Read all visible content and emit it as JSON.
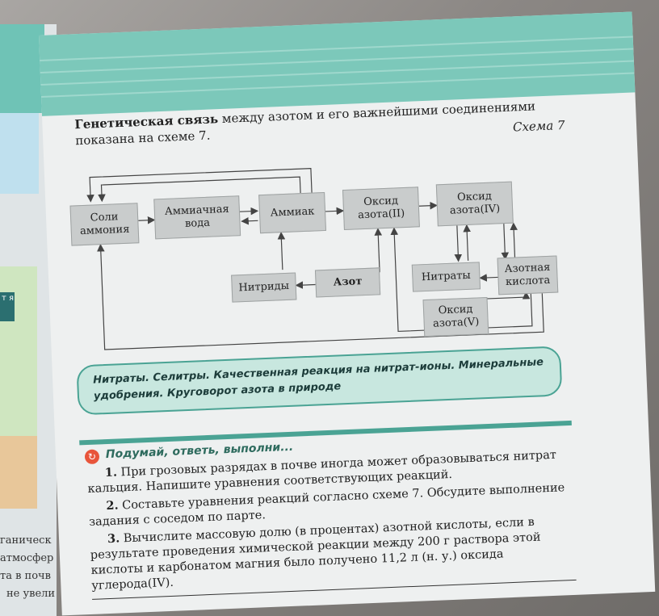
{
  "left_page": {
    "badge": "т я",
    "lines": [
      "ганическ",
      "атмосфер",
      "та в почв",
      "не увели"
    ]
  },
  "intro": {
    "bold": "Генетическая связь",
    "rest": " между азотом и его важнейшими соединениями показана на схеме 7."
  },
  "schema_label": "Схема 7",
  "diagram": {
    "boxes": {
      "soli": "Соли аммония",
      "voda": "Аммиачная вода",
      "ammiak": "Аммиак",
      "oksid2": "Оксид азота(II)",
      "oksid4": "Оксид азота(IV)",
      "nitridy": "Нитриды",
      "azot": "Азот",
      "nitraty": "Нитраты",
      "kislota": "Азотная кислота",
      "oksid5": "Оксид азота(V)"
    }
  },
  "topic": "Нитраты. Селитры. Качественная реакция на нитрат-ионы. Минеральные удобрения. Круговорот азота в природе",
  "think": {
    "title": "Подумай, ответь, выполни..."
  },
  "tasks": [
    {
      "num": "1.",
      "text": " При грозовых разрядах в почве иногда может образовываться нитрат кальция. Напишите уравнения соответствующих реакций."
    },
    {
      "num": "2.",
      "text": " Составьте уравнения реакций согласно схеме 7. Обсудите выполнение задания с соседом по парте."
    },
    {
      "num": "3.",
      "text": " Вычислите массовую долю (в процентах) азотной кислоты, если в результате проведения химической реакции между 200 г раствора этой кислоты и карбонатом магния было получено 11,2 л (н. у.) оксида углерода(IV)."
    }
  ]
}
